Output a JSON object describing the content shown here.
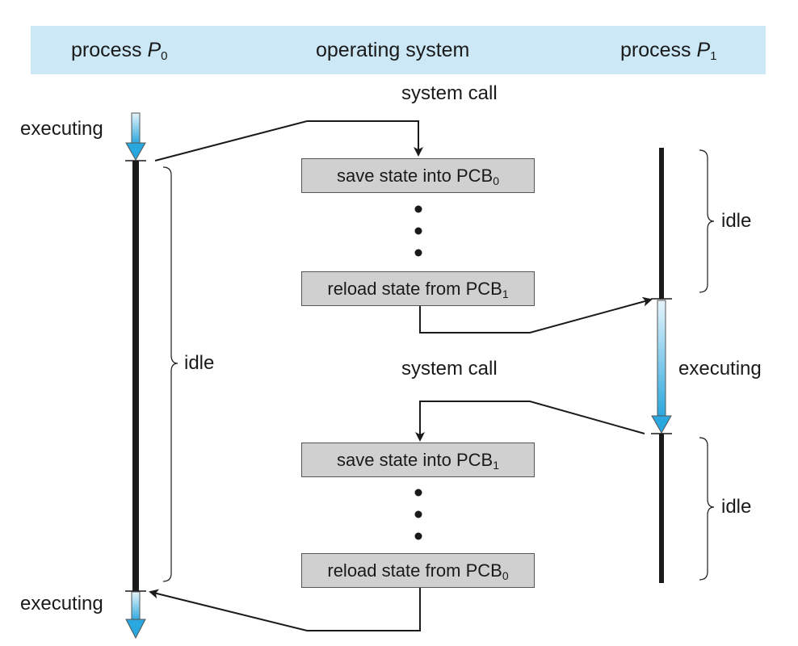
{
  "header": {
    "p0_prefix": "process ",
    "p0_var": "P",
    "p0_sub": "0",
    "os_label": "operating system",
    "p1_prefix": "process ",
    "p1_var": "P",
    "p1_sub": "1"
  },
  "labels": {
    "system_call_1": "system call",
    "system_call_2": "system call",
    "executing_p0_top": "executing",
    "executing_p0_bottom": "executing",
    "executing_p1": "executing",
    "idle_p0": "idle",
    "idle_p1_top": "idle",
    "idle_p1_bottom": "idle"
  },
  "boxes": [
    {
      "text": "save state into PCB",
      "sub": "0"
    },
    {
      "text": "reload state from PCB",
      "sub": "1"
    },
    {
      "text": "save state into PCB",
      "sub": "1"
    },
    {
      "text": "reload state from PCB",
      "sub": "0"
    }
  ],
  "colors": {
    "header_bg": "#cce8f7",
    "arrow_blue": "#2aa7de",
    "box_fill": "#d0d0d0",
    "line": "#1a1a1a"
  }
}
